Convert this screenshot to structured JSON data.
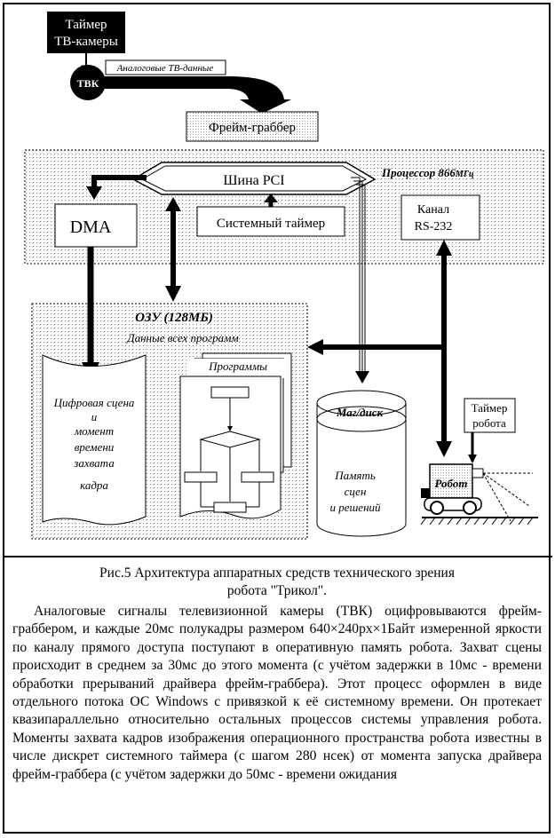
{
  "diagram": {
    "tv_timer": [
      "Таймер",
      "ТВ-камеры"
    ],
    "tvk": "ТВК",
    "analog_data": "Аналоговые ТВ-данные",
    "frame_grabber": "Фрейм-граббер",
    "processor": "Процессор 866",
    "processor_unit": "МГц",
    "pci_bus": "Шина PCI",
    "dma": "DMA",
    "system_timer": "Системный таймер",
    "rs232": [
      "Канал",
      "RS-232"
    ],
    "ram_title": "ОЗУ (128МБ)",
    "all_programs_data": "Данные всех программ",
    "programs": "Программы",
    "digital_scene": [
      "Цифровая сцена",
      "и",
      "момент",
      "времени",
      "захвата",
      "кадра"
    ],
    "disk_title": "Маг/диск",
    "disk_memory": [
      "Память",
      "сцен",
      "и решений"
    ],
    "robot_timer": [
      "Таймер",
      "робота"
    ],
    "robot": "Робот"
  },
  "caption": {
    "line1": "Рис.5  Архитектура аппаратных средств технического зрения",
    "line2": "робота \"Трикол\"."
  },
  "body_text": "Аналоговые сигналы телевизионной камеры (ТВК) оцифровываются фрейм-граббером, и каждые 20мс полукадры размером 640×240px×1Байт измеренной яркости по каналу прямого доступа поступают в оперативную память робота. Захват сцены происходит в среднем за 30мс до этого момента (с учётом задержки в 10мс - времени обработки прерываний драйвера фрейм-граббера).  Этот процесс оформлен в виде отдельного потока ОС Windows с привязкой к её системному времени. Он протекает квазипараллельно относительно остальных процессов системы управления робота. Моменты захвата кадров изображения операционного пространства робота известны в числе дискрет системного таймера (с шагом 280 нсек) от момента запуска драйвера фрейм-граббера (с учётом  задержки до 50мс - времени ожидания"
}
